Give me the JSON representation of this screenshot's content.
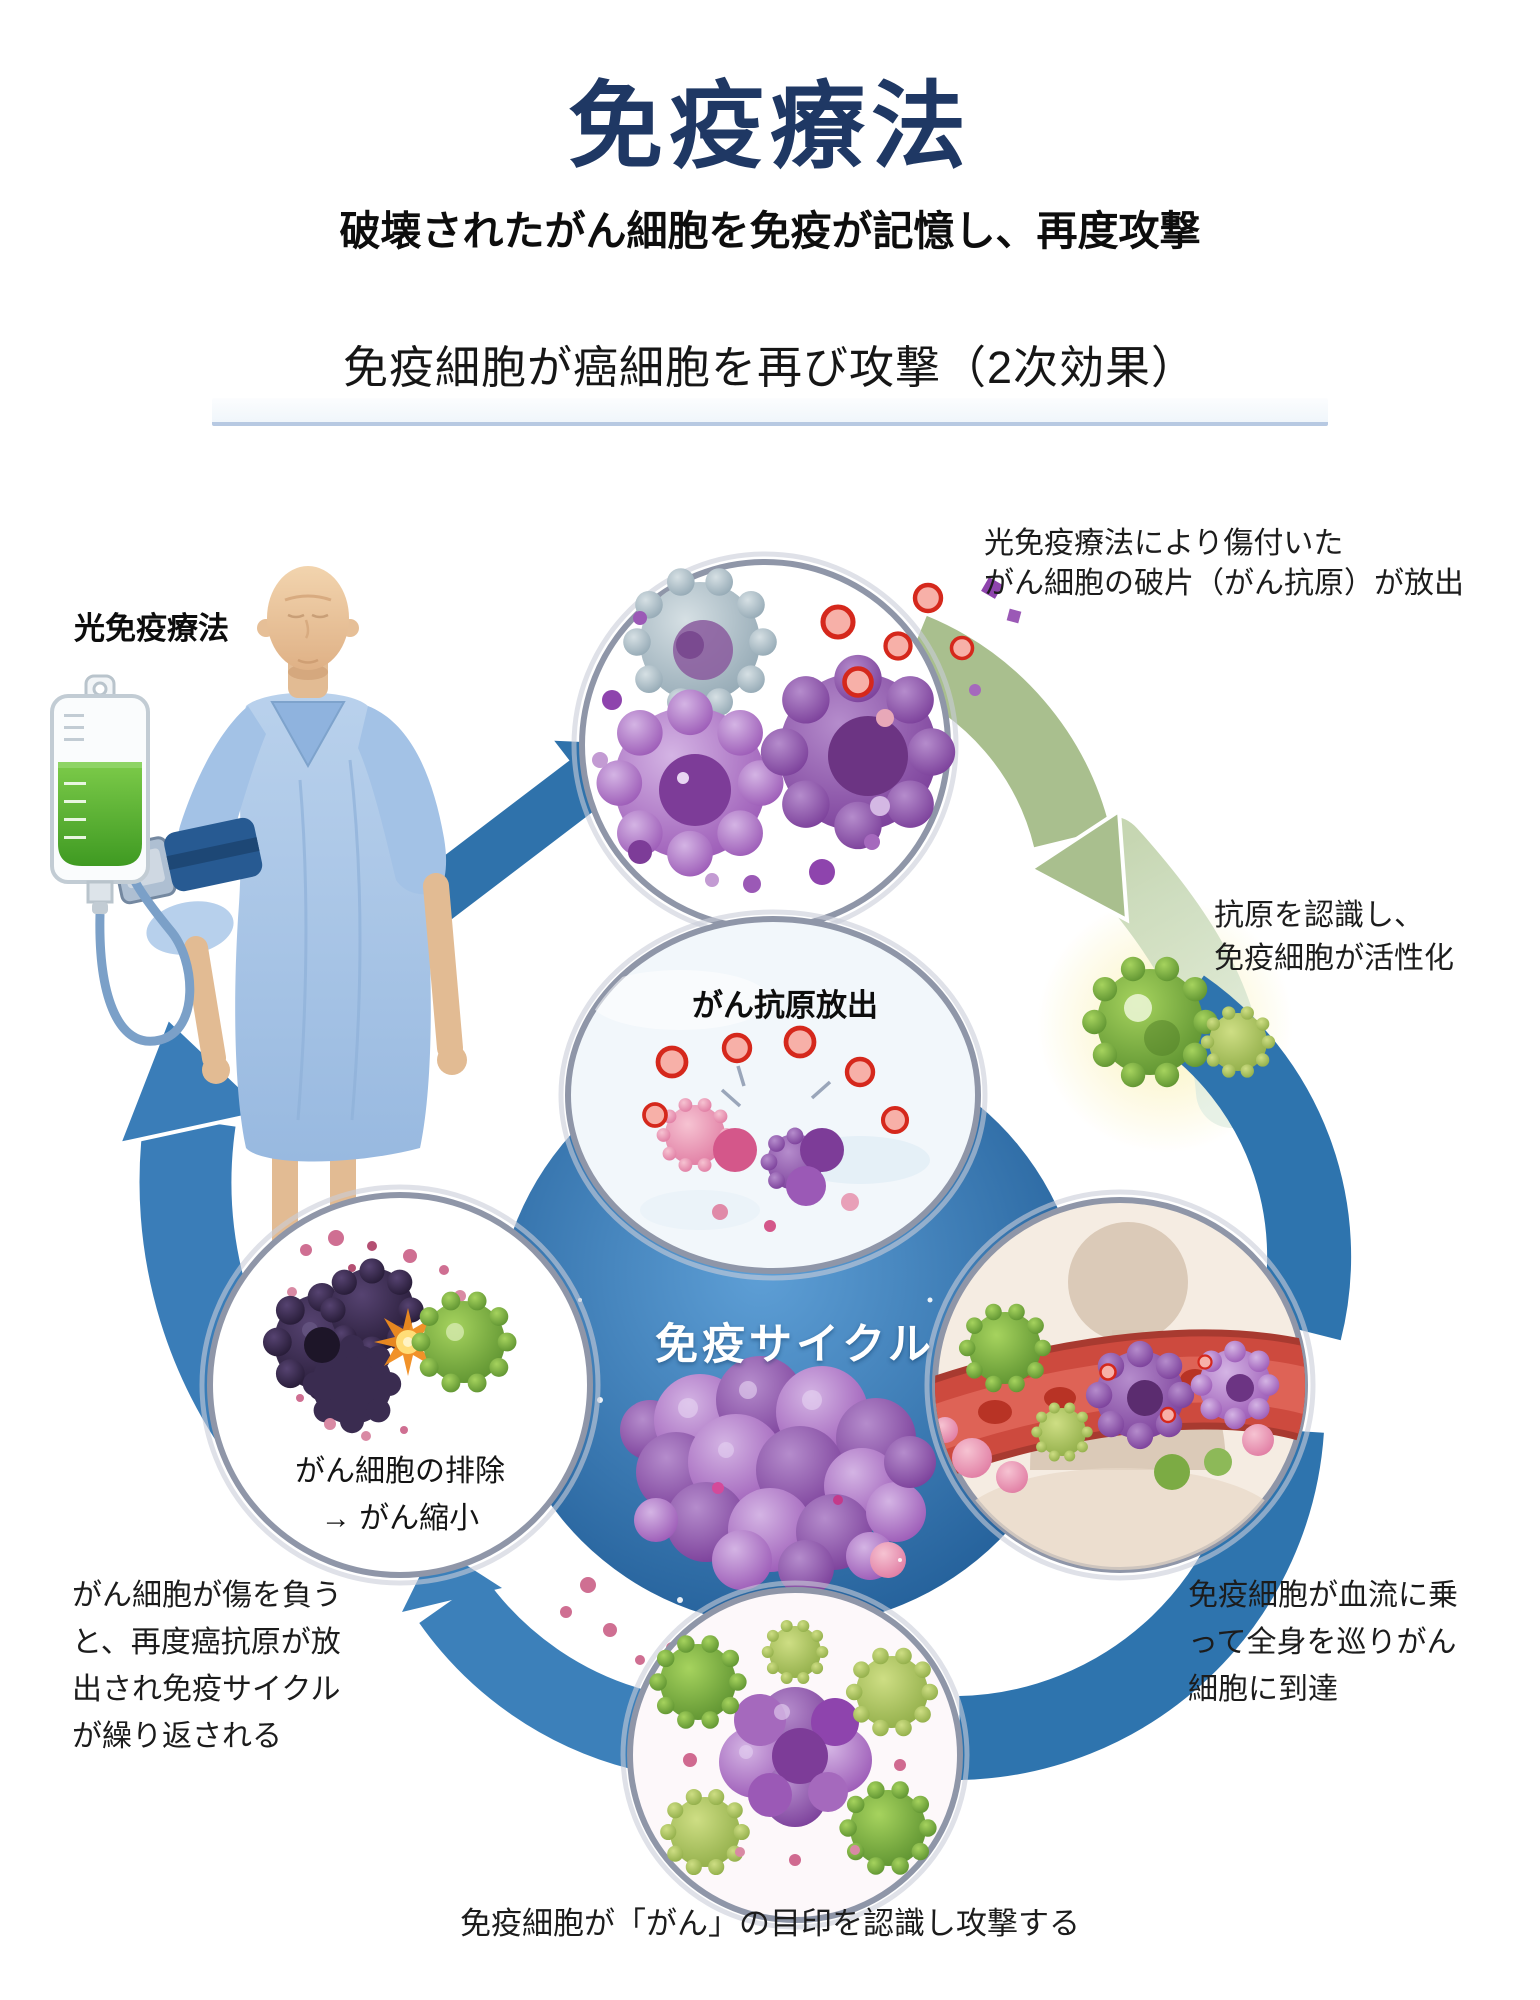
{
  "page": {
    "title": "免疫療法",
    "subtitle": "破壊されたがん細胞を免疫が記憶し、再度攻撃",
    "section_heading": "免疫細胞が癌細胞を再び攻撃（2次効果）"
  },
  "diagram": {
    "cycle_label": "免疫サイクル",
    "patient_label": "光免疫療法",
    "antigen_release_label": "がん抗原放出",
    "elimination_caption": {
      "line1": "がん細胞の排除",
      "line2": "→ がん縮小"
    },
    "annotations": {
      "top_right": [
        "光免疫療法により傷付いた",
        "がん細胞の破片（がん抗原）が放出"
      ],
      "right_upper": [
        "抗原を認識し、",
        "免疫細胞が活性化"
      ],
      "right_lower": [
        "免疫細胞が血流に乗",
        "って全身を巡りがん",
        "細胞に到達"
      ],
      "left_lower": [
        "がん細胞が傷を負う",
        "と、再度癌抗原が放",
        "出され免疫サイクル",
        "が繰り返される"
      ],
      "bottom": "免疫細胞が「がん」の目印を認識し攻撃する"
    },
    "colors": {
      "title_navy": "#1f3864",
      "cycle_blue": "#2e74ae",
      "hub_blue": "#2b6cab",
      "arrow_green": "#a9bf8e",
      "immune_cell_green": "#6fa33a",
      "cancer_cell_purple": "#8e44ad",
      "antigen_red": "#d5281c",
      "vessel_red": "#cd4a3e",
      "gown_blue": "#a9c6e8",
      "iv_fluid_green": "#4db32a"
    }
  }
}
